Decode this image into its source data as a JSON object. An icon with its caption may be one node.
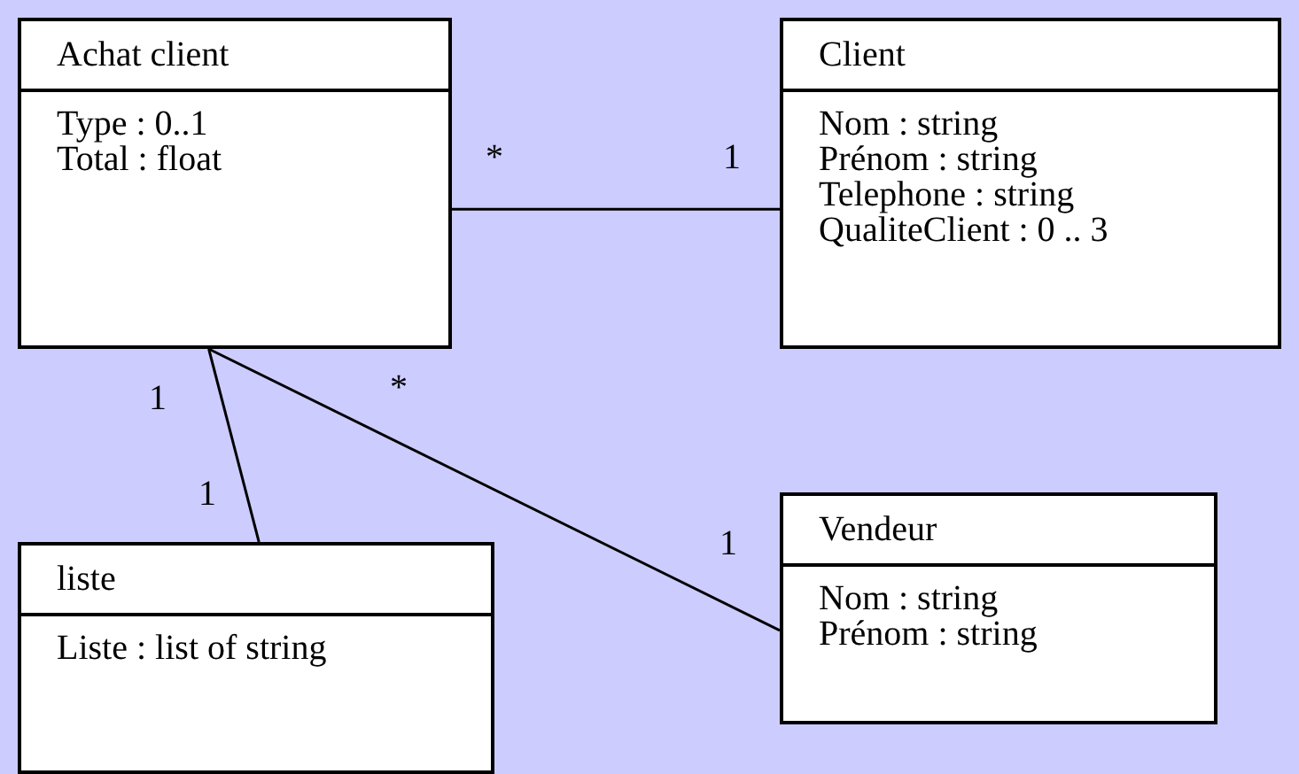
{
  "diagram": {
    "nodes": [
      {
        "text": [
          "Achat client",
          "Type : 0..1",
          "Total : float"
        ]
      },
      {
        "text": [
          "Client",
          "Nom : string",
          "Prénom : string",
          "Telephone : string",
          "QualiteClient : 0 .. 3"
        ]
      },
      {
        "text": [
          "liste",
          "Liste : list of string"
        ]
      },
      {
        "text": [
          "Vendeur",
          "Nom : string",
          "Prénom : string"
        ]
      }
    ],
    "edges": [
      {
        "from": 0,
        "to": 1,
        "arrow": "none"
      },
      {
        "from": 0,
        "to": 2,
        "arrow": "none"
      },
      {
        "from": 0,
        "to": 3,
        "arrow": "none"
      }
    ],
    "labels": [
      "*",
      "1",
      "*",
      "1",
      "1",
      "1"
    ]
  }
}
